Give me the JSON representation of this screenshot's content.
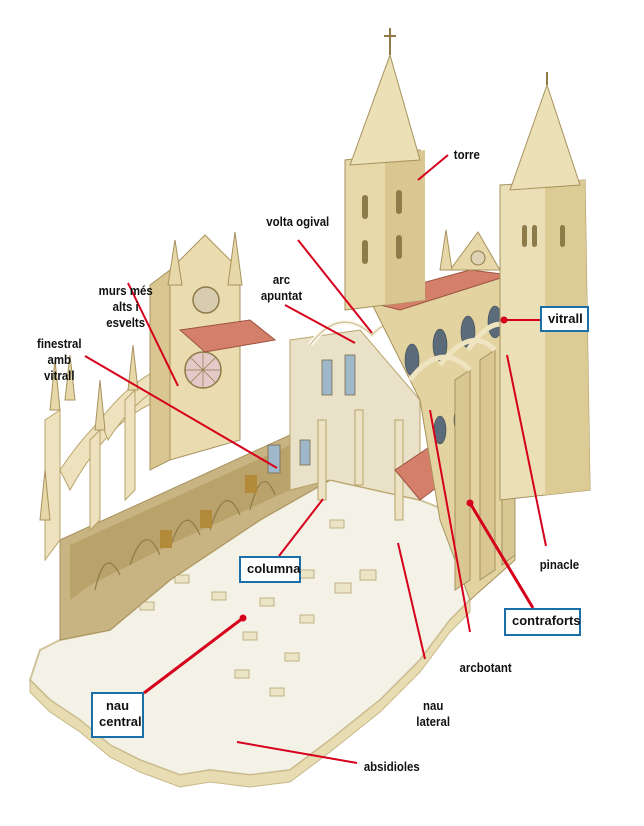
{
  "figure": {
    "subject": "Gothic cathedral cutaway illustration",
    "language": "Catalan"
  },
  "colors": {
    "leader_line": "#d6001c",
    "box_border": "#1b6fa8",
    "stone_light": "#f0e8cc",
    "stone_mid": "#e2d3a0",
    "stone_dark": "#b9a36a",
    "roof": "#d47f6a",
    "floor": "#f4f1e6",
    "wall_shadow": "#c8b482",
    "glass": "#5b6b7a"
  },
  "labels": {
    "torre": "torre",
    "volta_ogival": "volta ogival",
    "arc_apuntat_1": "arc",
    "arc_apuntat_2": "apuntat",
    "murs_1": "murs més",
    "murs_2": "alts i",
    "murs_3": "esvelts",
    "finestral_1": "finestral",
    "finestral_2": "amb",
    "finestral_3": "vitrall",
    "vitrall": "vitrall",
    "columna": "columna",
    "pinacle": "pinacle",
    "contraforts": "contraforts",
    "arcbotant": "arcbotant",
    "nau_central_1": "nau",
    "nau_central_2": "central",
    "nau_lateral_1": "nau",
    "nau_lateral_2": "lateral",
    "absidioles": "absidioles"
  }
}
